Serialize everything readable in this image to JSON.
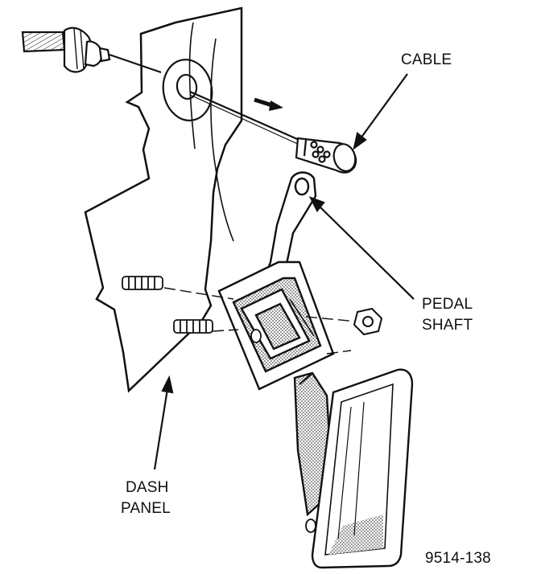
{
  "labels": {
    "cable": "CABLE",
    "pedal": "PEDAL",
    "shaft": "SHAFT",
    "dash": "DASH",
    "panel": "PANEL",
    "figure_code": "9514-138"
  },
  "colors": {
    "ink": "#111111",
    "paper": "#ffffff",
    "stipple": "#9a9a9a"
  }
}
